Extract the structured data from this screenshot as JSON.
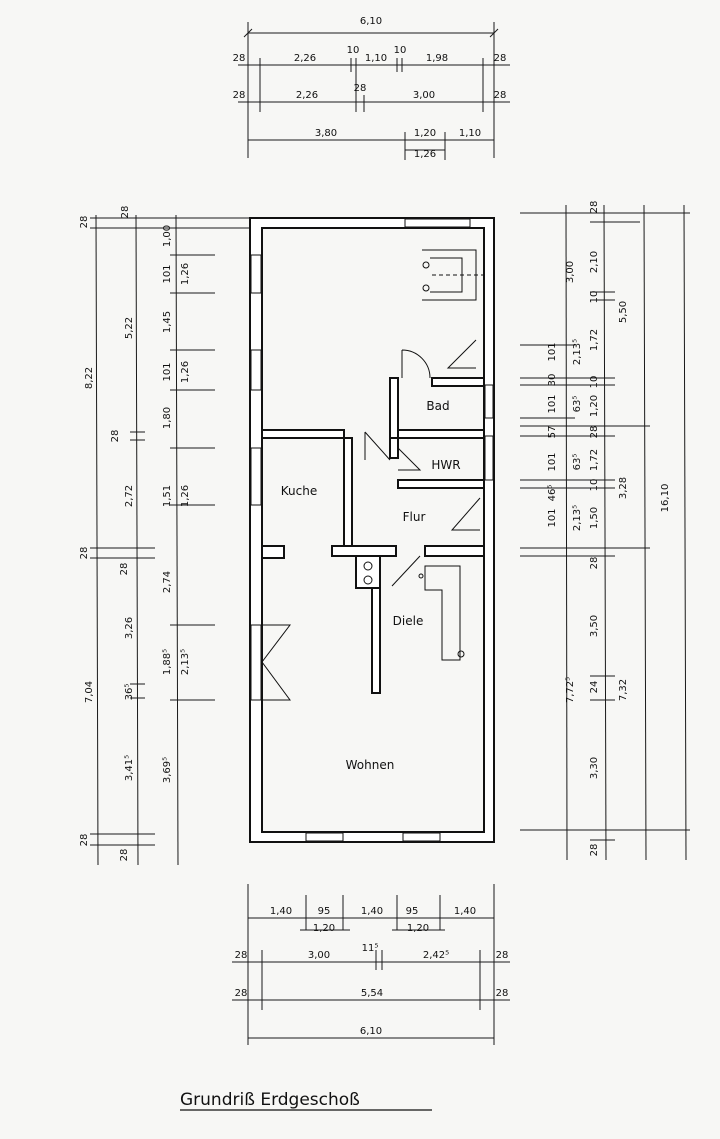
{
  "title": "Grundriß Erdgeschoß",
  "rooms": {
    "bad": "Bad",
    "hwr": "HWR",
    "kueche": "Kuche",
    "flur": "Flur",
    "diele": "Diele",
    "wohnen": "Wohnen"
  },
  "top_dims": {
    "r1": [
      "6,10"
    ],
    "r2": [
      "28",
      "2,26",
      "10",
      "1,10",
      "10",
      "1,98",
      "28"
    ],
    "r3": [
      "28",
      "2,26",
      "28",
      "3,00",
      "28"
    ],
    "r4": [
      "3,80",
      "1,20",
      "1,10"
    ],
    "r4b": [
      "1,26"
    ]
  },
  "bottom_dims": {
    "r1": [
      "1,40",
      "95",
      "1,40",
      "95",
      "1,40"
    ],
    "r1b": [
      "1,20",
      "1,20"
    ],
    "r2": [
      "28",
      "3,00",
      "11⁵",
      "2,42⁵",
      "28"
    ],
    "r3": [
      "28",
      "5,54",
      "28"
    ],
    "r4": [
      "6,10"
    ]
  },
  "left_dims": {
    "col1": [
      "28",
      "8,22",
      "28",
      "7,04",
      "28"
    ],
    "col2": [
      "28",
      "5,22",
      "2,72",
      "28",
      "3,26",
      "36⁵",
      "3,41⁵",
      "28"
    ],
    "col2b": [
      "28"
    ],
    "col3": [
      "1,00",
      "101",
      "1,45",
      "101",
      "1,80",
      "1,51",
      "2,74",
      "1,88⁵",
      "3,69⁵"
    ],
    "col4": [
      "1,26",
      "1,26",
      "1,26",
      "2,13⁵"
    ]
  },
  "right_dims": {
    "col1": [
      "101",
      "101",
      "101",
      "101"
    ],
    "col1b": [
      "30",
      "57",
      "46⁵"
    ],
    "col2": [
      "3,00",
      "2,13⁵",
      "63⁵",
      "63⁵",
      "2,13⁵",
      "7,72⁵"
    ],
    "col3": [
      "28",
      "2,10",
      "10",
      "1,72",
      "10",
      "1,20",
      "28",
      "1,72",
      "10",
      "1,50",
      "28",
      "3,50",
      "24",
      "3,30",
      "28"
    ],
    "col4": [
      "5,50",
      "3,28",
      "7,32"
    ],
    "col5": [
      "16,10"
    ]
  }
}
